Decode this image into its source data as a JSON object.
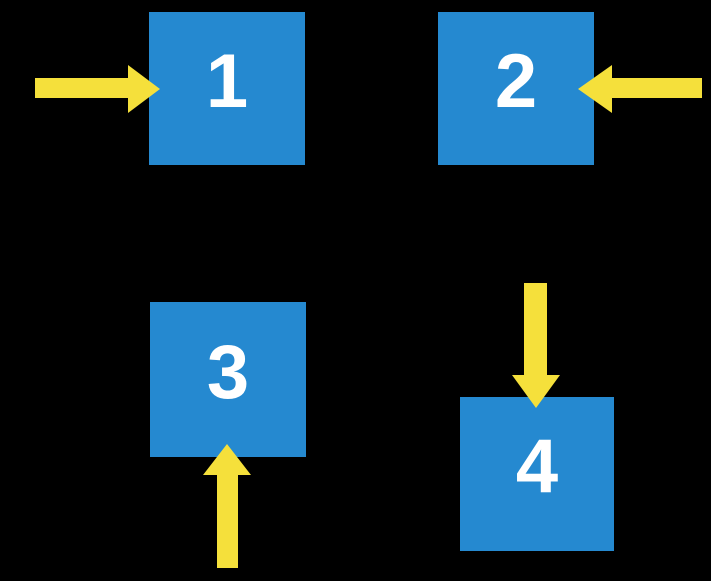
{
  "scene": {
    "background_color": "#000000",
    "box_color": "#2589D0",
    "arrow_color": "#F5E03B",
    "label_color": "#FFFFFF"
  },
  "boxes": [
    {
      "label": "1",
      "arrow_icon": "arrow-right-icon",
      "arrow_points_from": "left"
    },
    {
      "label": "2",
      "arrow_icon": "arrow-left-icon",
      "arrow_points_from": "right"
    },
    {
      "label": "3",
      "arrow_icon": "arrow-up-icon",
      "arrow_points_from": "bottom"
    },
    {
      "label": "4",
      "arrow_icon": "arrow-down-icon",
      "arrow_points_from": "top"
    }
  ]
}
